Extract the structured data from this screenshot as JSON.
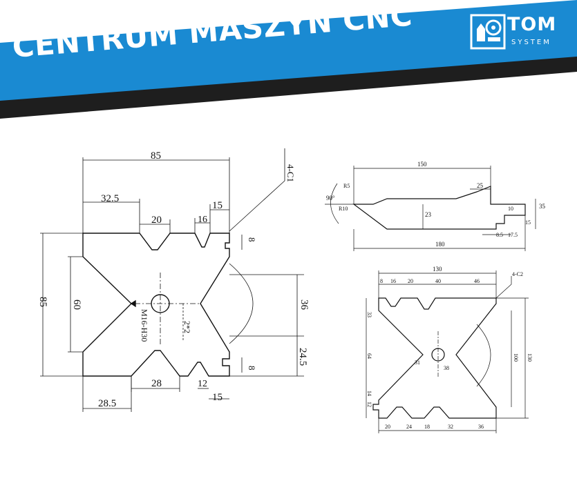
{
  "banner": {
    "title": "CENTRUM MASZYN CNC",
    "logo_main": "TOM",
    "logo_sub": "SYSTEM",
    "logo_icon": "gear-hand-icon",
    "colors": {
      "blue": "#1a8ad2",
      "dark": "#1e1e1e",
      "text": "#ffffff"
    }
  },
  "left_view": {
    "dims": {
      "top_width": "85",
      "chamfer": "4-C1",
      "left_offset": "32.5",
      "notch_top": "20",
      "notch_small": "16",
      "right_offset_top": "15",
      "right_notch_depth_top": "8",
      "height": "85",
      "center_height": "60",
      "center_right": "36",
      "lower_right": "24.5",
      "right_notch_depth_bottom": "8",
      "notch_bottom": "28",
      "notch_bottom_small": "12",
      "right_offset_bottom": "15",
      "left_offset_bottom": "28.5",
      "thread": "M16-H30",
      "slot": "2*2"
    }
  },
  "top_right_view": {
    "dims": {
      "length": "150",
      "overall": "180",
      "step_top": "25",
      "height_right": "35",
      "depth_mid": "23",
      "small_1": "10",
      "small_2": "15",
      "small_3": "8.5",
      "small_4": "17.5",
      "angle": "90°",
      "r1": "R5",
      "r2": "R10"
    }
  },
  "bottom_right_view": {
    "dims": {
      "top_width": "130",
      "chamfer": "4-C2",
      "top_8": "8",
      "top_16": "16",
      "top_20": "20",
      "top_40": "40",
      "top_46": "46",
      "left_33": "33",
      "left_64": "64",
      "left_14": "14",
      "left_12": "12",
      "right_100": "100",
      "right_130": "130",
      "r_31": "31",
      "r_38": "38",
      "bot_20": "20",
      "bot_24": "24",
      "bot_18": "18",
      "bot_32": "32",
      "bot_36": "36"
    }
  }
}
